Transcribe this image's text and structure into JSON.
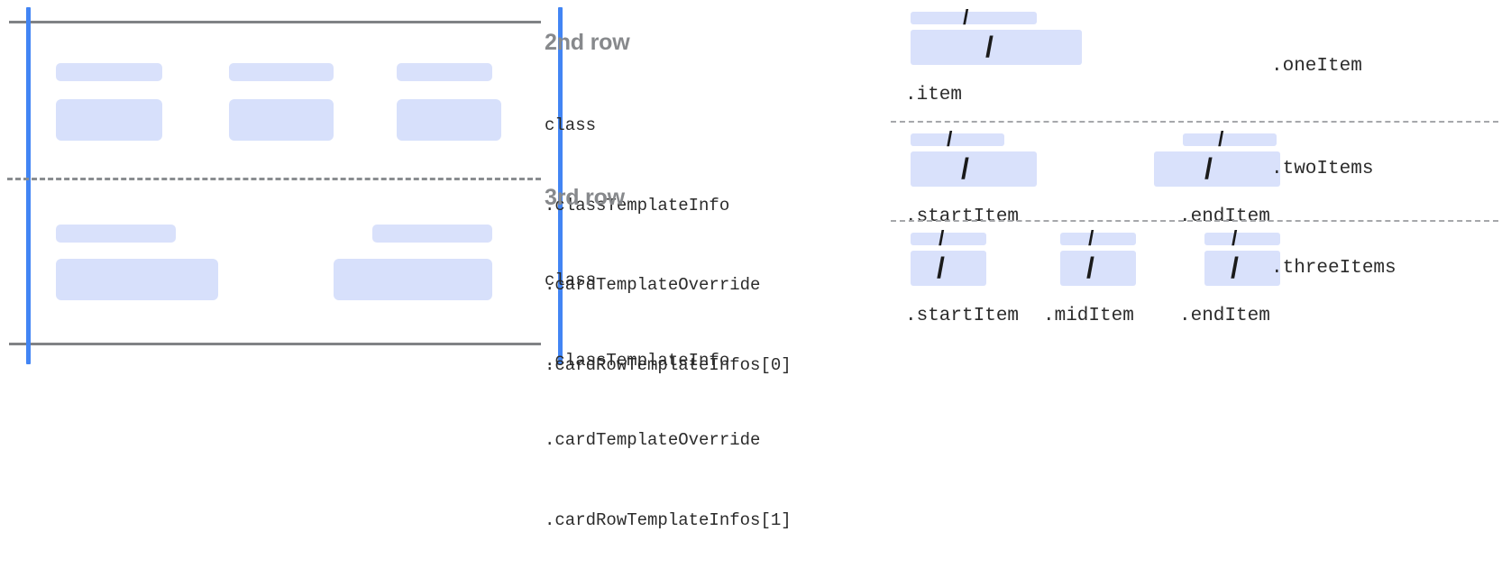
{
  "diagram": {
    "accent_blue": "#4285f4",
    "rule_gray": "#808285",
    "placeholder_blue": "#d9e1fb",
    "title_gray": "#87898c",
    "code_color": "#2b2b2b"
  },
  "left_panel": {
    "name": "card-row-layout-preview",
    "boundary_top": "card-top-edge",
    "boundary_bottom": "card-bottom-edge",
    "row_divider": "row-separator",
    "rows": [
      {
        "name": "2nd row",
        "items": [
          {
            "label_bar": "",
            "content_box": ""
          },
          {
            "label_bar": "",
            "content_box": ""
          },
          {
            "label_bar": "",
            "content_box": ""
          }
        ]
      },
      {
        "name": "3rd row",
        "items": [
          {
            "label_bar": "",
            "content_box": ""
          },
          {
            "label_bar": "",
            "content_box": ""
          }
        ]
      }
    ]
  },
  "rows": [
    {
      "title": "2nd row",
      "code": [
        "class",
        ".classTemplateInfo",
        ".cardTemplateOverride",
        ".cardRowTemplateInfos[0]"
      ]
    },
    {
      "title": "3rd row",
      "code": [
        "class",
        ".classTemplateInfo",
        ".cardTemplateOverride",
        ".cardRowTemplateInfos[1]"
      ]
    }
  ],
  "variants": [
    {
      "name": ".oneItem",
      "slots": [
        {
          "label": ".item",
          "slash": "/"
        }
      ]
    },
    {
      "name": ".twoItems",
      "slots": [
        {
          "label": ".startItem",
          "slash": "/"
        },
        {
          "label": ".endItem",
          "slash": "/"
        }
      ]
    },
    {
      "name": ".threeItems",
      "slots": [
        {
          "label": ".startItem",
          "slash": "/"
        },
        {
          "label": ".midItem",
          "slash": "/"
        },
        {
          "label": ".endItem",
          "slash": "/"
        }
      ]
    }
  ]
}
